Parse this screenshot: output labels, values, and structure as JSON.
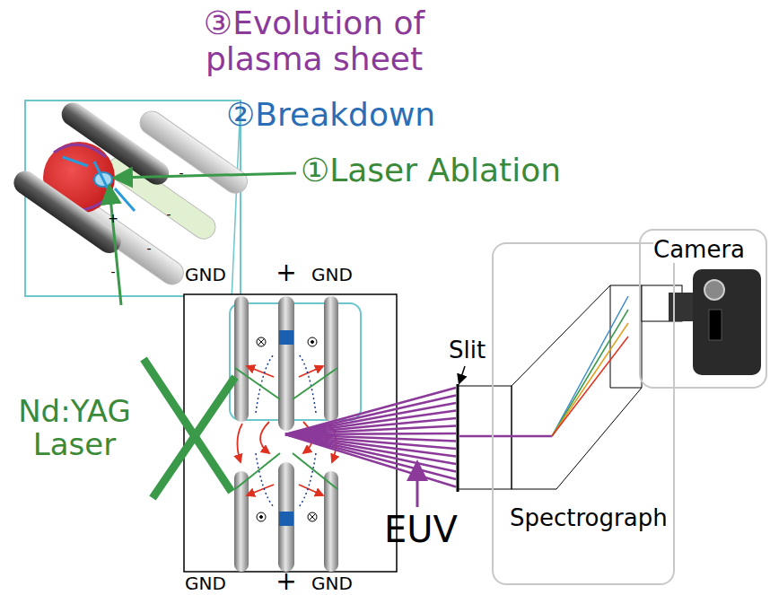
{
  "diagram": {
    "nodes": [
      {
        "text": [
          "Spectrograph"
        ]
      },
      {
        "text": [
          "Camera"
        ]
      }
    ],
    "labels": [
      "③Evolution of plasma sheet",
      "②Breakdown",
      "①Laser Ablation",
      "GND",
      "+",
      "GND",
      "GND",
      "+",
      "GND",
      "Nd:YAG Laser",
      "Slit",
      "EUV",
      "-",
      "-",
      "+",
      "-",
      "-"
    ]
  }
}
